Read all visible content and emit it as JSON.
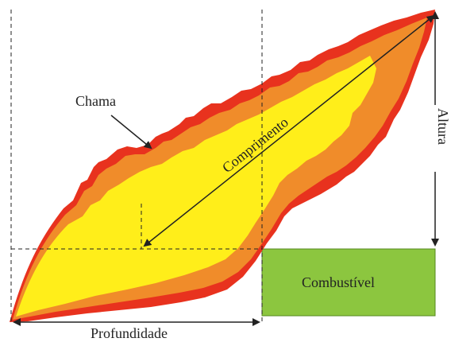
{
  "labels": {
    "flame": "Chama",
    "length": "Comprimento",
    "height": "Altura",
    "fuel": "Combustível",
    "depth": "Profundidade"
  },
  "colors": {
    "flame_outer": "#e8321e",
    "flame_middle": "#f08c2a",
    "flame_inner": "#ffee1a",
    "fuel": "#8cc63f",
    "line": "#222222"
  }
}
